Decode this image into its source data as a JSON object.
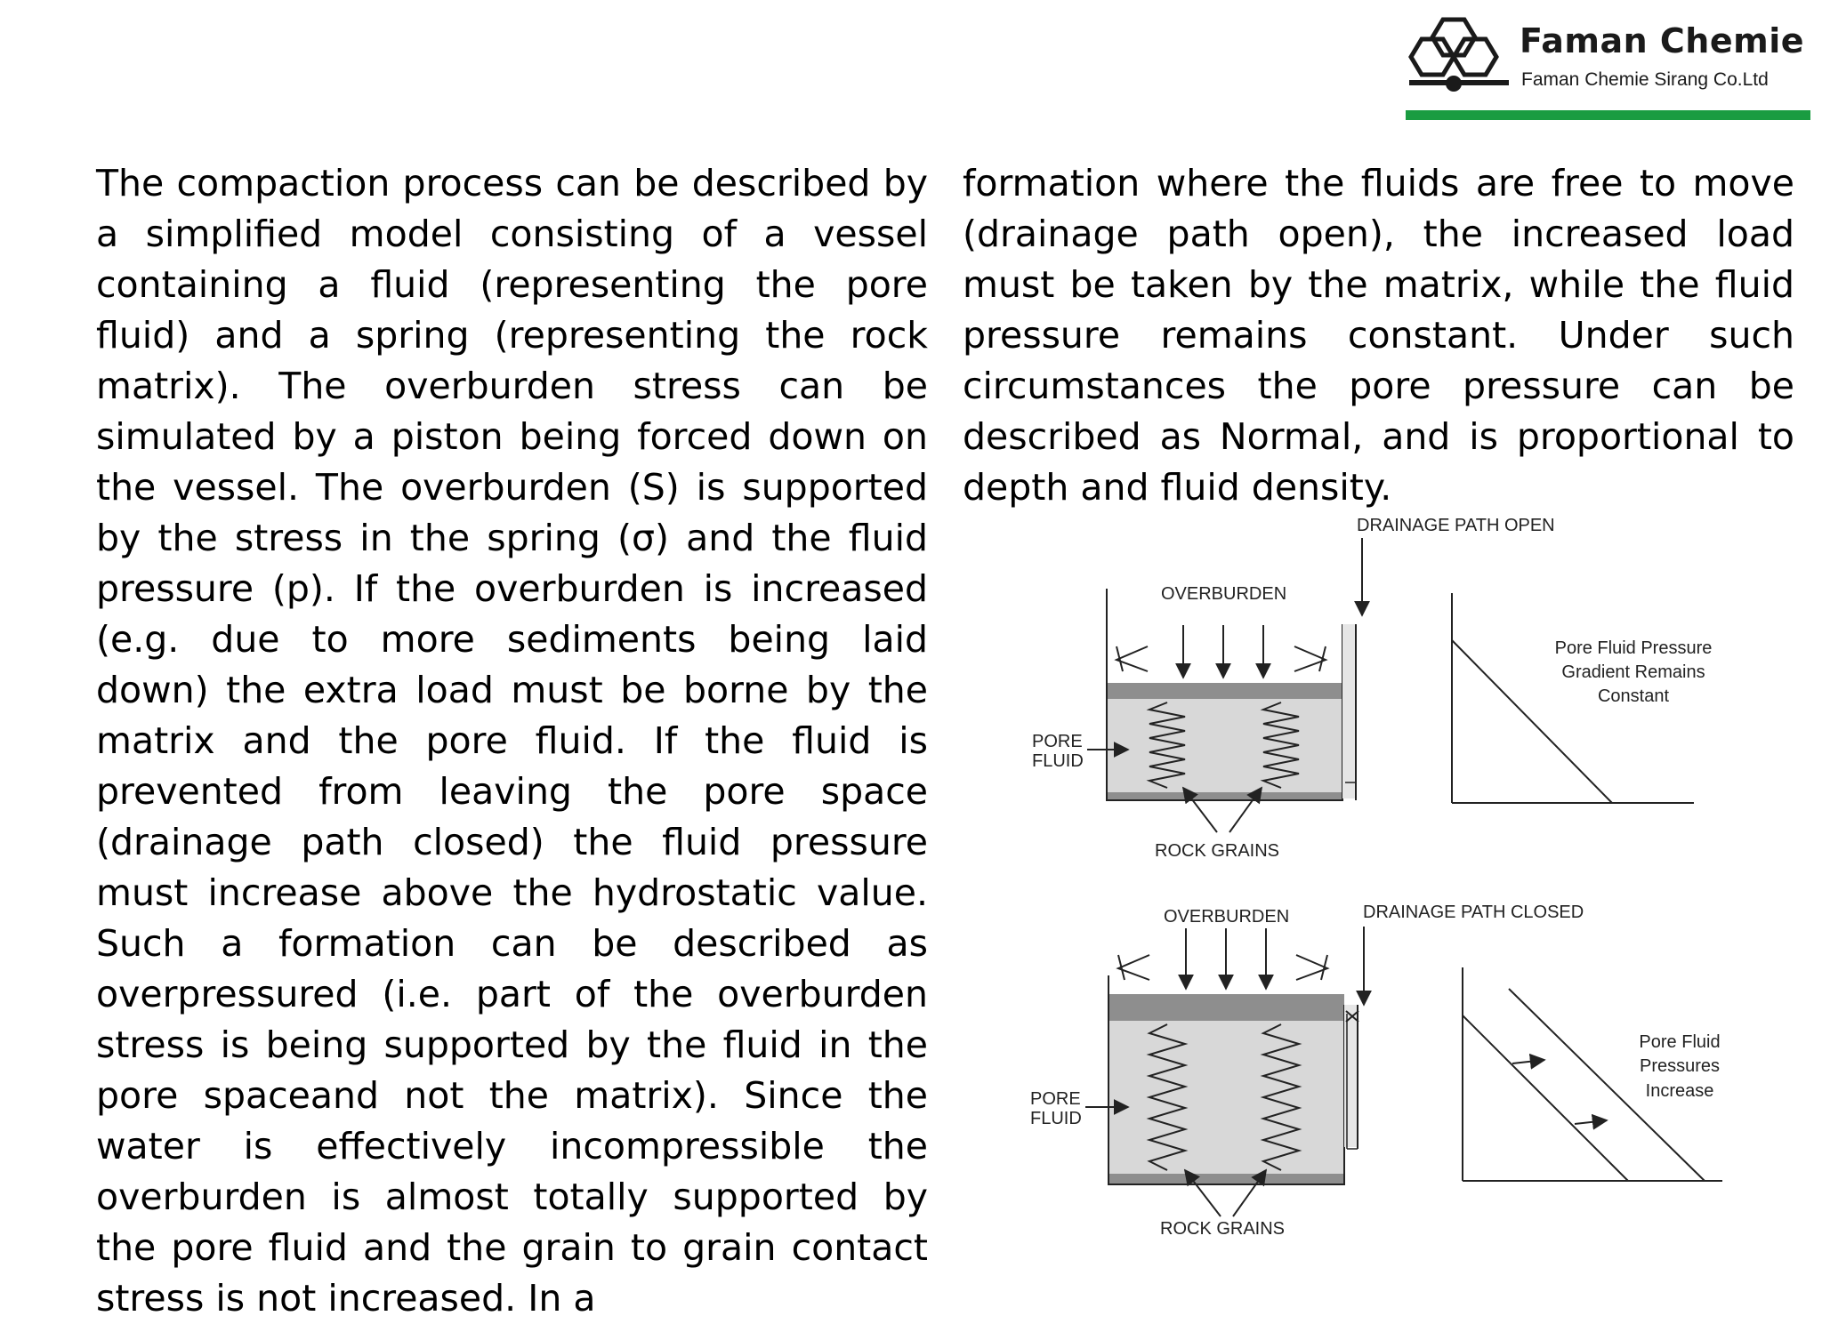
{
  "header": {
    "brand_title": "Faman Chemie",
    "brand_subtitle": "Faman Chemie Sirang Co.Ltd",
    "accent_color": "#1a9c41"
  },
  "body": {
    "left_column": "The compaction process can be described by a simplified model consisting of a vessel containing a fluid (representing the pore fluid) and a spring (representing the rock matrix). The overburden stress can be simulated by a piston being forced down on the vessel. The overburden (S) is supported by the stress in the spring (σ) and the fluid pressure (p). If the overburden is increased (e.g. due to more sediments being laid down) the extra load must be borne by the matrix and the pore fluid. If the fluid is prevented from leaving the pore space (drainage path closed) the fluid pressure must increase above the hydrostatic value. Such a formation can be described as overpressured (i.e. part of the overburden stress is being supported by the fluid in the pore spaceand not the matrix). Since the water is effectively incompressible the overburden is almost totally supported by the pore fluid and the grain to grain contact stress is not increased. In a",
    "right_column": "formation where the fluids are free to move (drainage path open), the increased load must be taken by the matrix, while the fluid pressure remains constant. Under such circumstances the pore pressure can be described as Normal, and is proportional to depth and fluid density."
  },
  "figures": {
    "open": {
      "drainage_label": "DRAINAGE PATH OPEN",
      "overburden_label": "OVERBURDEN",
      "pore_fluid_line1": "PORE",
      "pore_fluid_line2": "FLUID",
      "rock_grains_label": "ROCK GRAINS",
      "graph_line1": "Pore Fluid Pressure",
      "graph_line2": "Gradient Remains",
      "graph_line3": "Constant"
    },
    "closed": {
      "drainage_label": "DRAINAGE PATH CLOSED",
      "overburden_label": "OVERBURDEN",
      "pore_fluid_line1": "PORE",
      "pore_fluid_line2": "FLUID",
      "rock_grains_label": "ROCK GRAINS",
      "graph_line1": "Pore Fluid",
      "graph_line2": "Pressures",
      "graph_line3": "Increase"
    }
  }
}
